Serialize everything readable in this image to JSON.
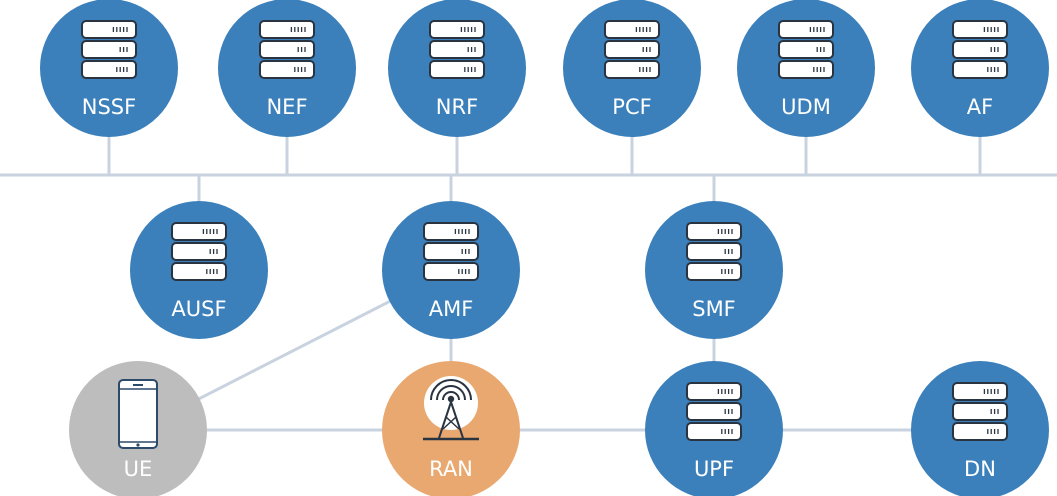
{
  "colors": {
    "network_function": "#3b80bb",
    "ue": "#bdbdbd",
    "ran": "#e9a86f",
    "line": "#c8d3df",
    "icon_stroke": "#2a3440",
    "label": "#ffffff"
  },
  "nodes": [
    {
      "id": "nssf",
      "label": "NSSF",
      "kind": "nf",
      "icon": "server-icon"
    },
    {
      "id": "nef",
      "label": "NEF",
      "kind": "nf",
      "icon": "server-icon"
    },
    {
      "id": "nrf",
      "label": "NRF",
      "kind": "nf",
      "icon": "server-icon"
    },
    {
      "id": "pcf",
      "label": "PCF",
      "kind": "nf",
      "icon": "server-icon"
    },
    {
      "id": "udm",
      "label": "UDM",
      "kind": "nf",
      "icon": "server-icon"
    },
    {
      "id": "af",
      "label": "AF",
      "kind": "nf",
      "icon": "server-icon"
    },
    {
      "id": "ausf",
      "label": "AUSF",
      "kind": "nf",
      "icon": "server-icon"
    },
    {
      "id": "amf",
      "label": "AMF",
      "kind": "nf",
      "icon": "server-icon"
    },
    {
      "id": "smf",
      "label": "SMF",
      "kind": "nf",
      "icon": "server-icon"
    },
    {
      "id": "ue",
      "label": "UE",
      "kind": "ue",
      "icon": "smartphone-icon"
    },
    {
      "id": "ran",
      "label": "RAN",
      "kind": "ran",
      "icon": "radio-tower-icon"
    },
    {
      "id": "upf",
      "label": "UPF",
      "kind": "nf",
      "icon": "server-icon"
    },
    {
      "id": "dn",
      "label": "DN",
      "kind": "nf",
      "icon": "server-icon"
    }
  ],
  "links": [
    [
      "ue",
      "amf"
    ],
    [
      "ue",
      "ran"
    ],
    [
      "ran",
      "amf"
    ],
    [
      "ran",
      "upf"
    ],
    [
      "upf",
      "smf"
    ],
    [
      "upf",
      "dn"
    ]
  ]
}
